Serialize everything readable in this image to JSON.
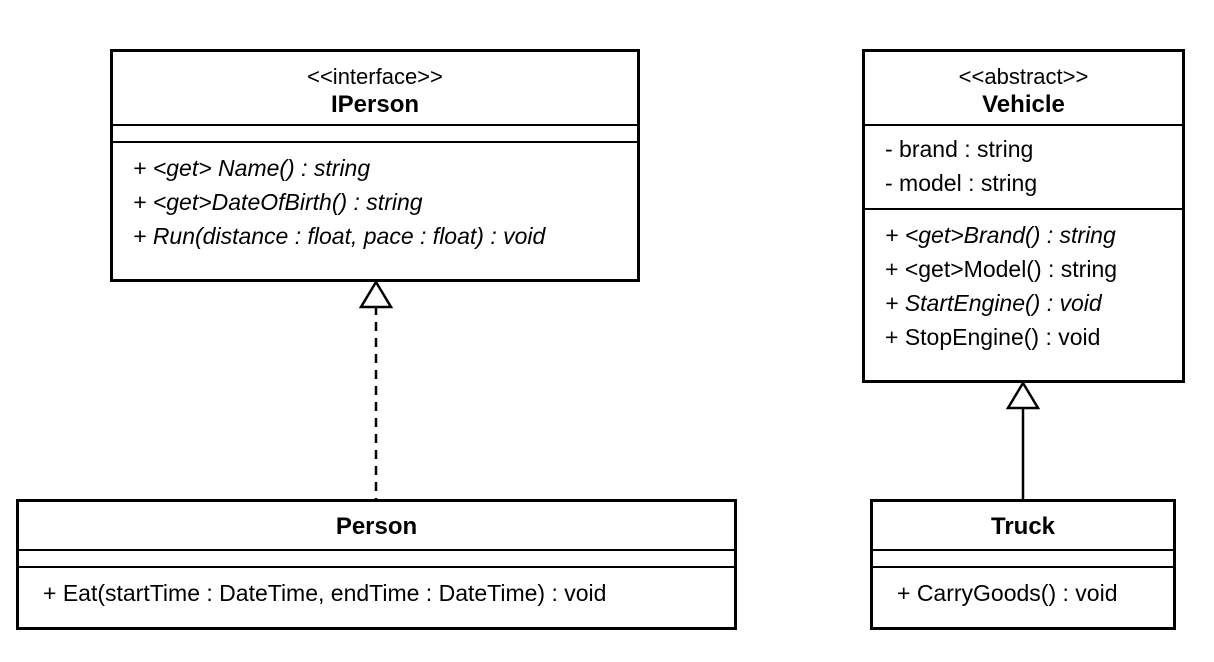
{
  "classes": {
    "iperson": {
      "stereotype": "<<interface>>",
      "name": "IPerson",
      "attributes": [],
      "operations": [
        {
          "text": "+ <get> Name() : string",
          "italic": true
        },
        {
          "text": "+ <get>DateOfBirth() : string",
          "italic": true
        },
        {
          "text": "+ Run(distance : float, pace : float) : void",
          "italic": true
        }
      ]
    },
    "person": {
      "name": "Person",
      "attributes": [],
      "operations": [
        {
          "text": "+ Eat(startTime : DateTime, endTime : DateTime) : void",
          "italic": false
        }
      ]
    },
    "vehicle": {
      "stereotype": "<<abstract>>",
      "name": "Vehicle",
      "attributes": [
        {
          "text": "- brand : string",
          "italic": false
        },
        {
          "text": "- model : string",
          "italic": false
        }
      ],
      "operations": [
        {
          "text": "+ <get>Brand() : string",
          "italic": true
        },
        {
          "text": "+ <get>Model() : string",
          "italic": false
        },
        {
          "text": "+ StartEngine() : void",
          "italic": true
        },
        {
          "text": "+ StopEngine() : void",
          "italic": false
        }
      ]
    },
    "truck": {
      "name": "Truck",
      "attributes": [],
      "operations": [
        {
          "text": "+ CarryGoods() : void",
          "italic": false
        }
      ]
    }
  },
  "relations": [
    {
      "from": "person",
      "to": "iperson",
      "type": "realization"
    },
    {
      "from": "truck",
      "to": "vehicle",
      "type": "generalization"
    }
  ]
}
